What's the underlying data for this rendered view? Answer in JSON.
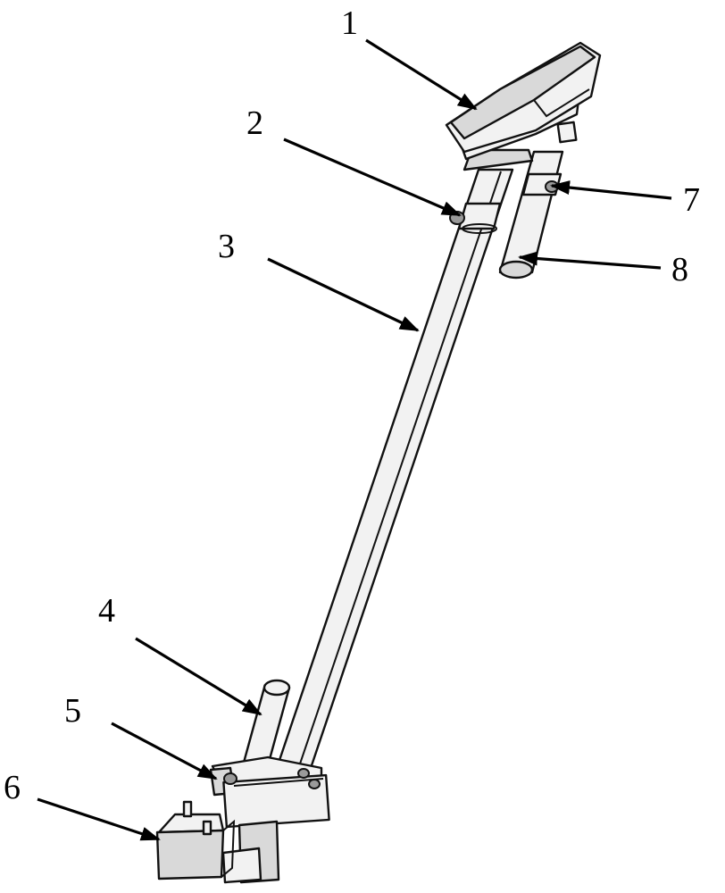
{
  "colors": {
    "line": "#111111",
    "fill": "#f2f2f2",
    "shade": "#d9d9d9",
    "label": "#000000"
  },
  "labels": [
    {
      "id": "1",
      "text": "1"
    },
    {
      "id": "2",
      "text": "2"
    },
    {
      "id": "3",
      "text": "3"
    },
    {
      "id": "4",
      "text": "4"
    },
    {
      "id": "5",
      "text": "5"
    },
    {
      "id": "6",
      "text": "6"
    },
    {
      "id": "7",
      "text": "7"
    },
    {
      "id": "8",
      "text": "8"
    }
  ]
}
